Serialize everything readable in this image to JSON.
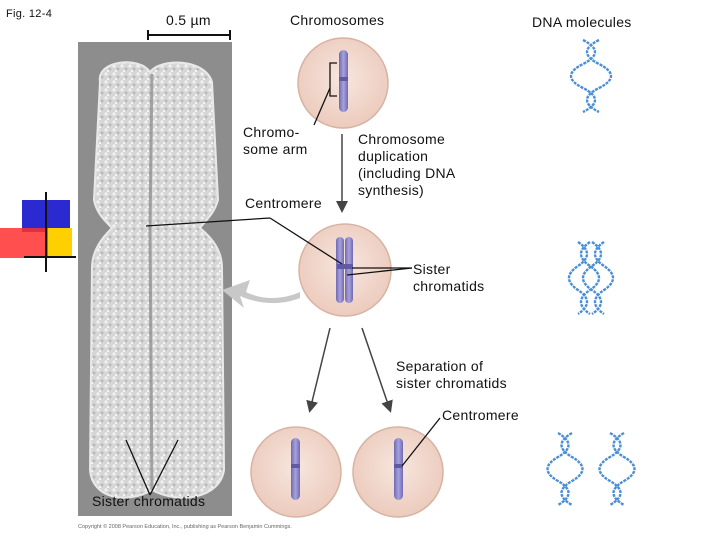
{
  "figure": {
    "fig_label": "Fig. 12-4",
    "scale_bar_label": "0.5 µm",
    "copyright": "Copyright © 2008 Pearson Education, Inc., publishing as Pearson Benjamin Cummings."
  },
  "headers": {
    "chromosomes": "Chromosomes",
    "dna_molecules": "DNA molecules"
  },
  "labels": {
    "chromosome_arm": "Chromo-\nsome arm",
    "centromere_top": "Centromere",
    "duplication": "Chromosome\nduplication\n(including DNA\nsynthesis)",
    "sister_chromatids_mid": "Sister\nchromatids",
    "separation": "Separation of\nsister chromatids",
    "centromere_bottom": "Centromere",
    "sister_chromatids_micrograph": "Sister chromatids"
  },
  "colors": {
    "cell_fill": "#f3dcd2",
    "cell_border": "#d7b3a3",
    "chromosome": "#8c86c8",
    "dna_helix": "#4a8fd6",
    "micrograph_bg": "#8d8d8d",
    "arrow": "#444444"
  },
  "decoration": {
    "corner_squares": [
      "#2a2ad0",
      "#ff3030",
      "#ffd000"
    ]
  }
}
